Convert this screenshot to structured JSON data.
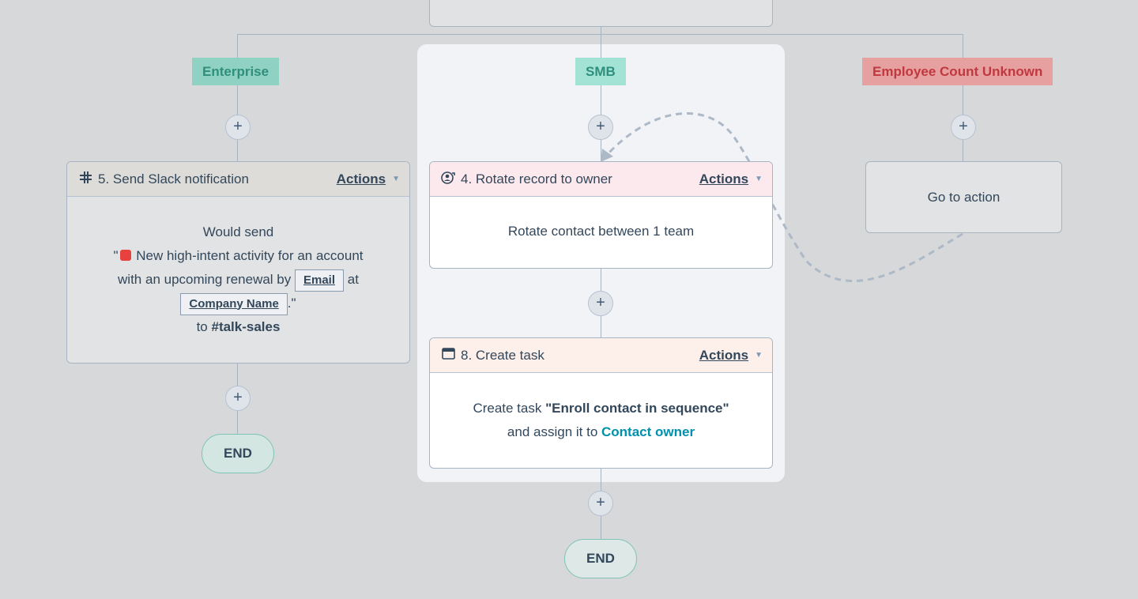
{
  "branches": {
    "left_label": "Enterprise",
    "middle_label": "SMB",
    "right_label": "Employee Count Unknown"
  },
  "plus_symbol": "+",
  "slack_card": {
    "icon": "slack-icon",
    "title": "5. Send Slack notification",
    "actions_label": "Actions",
    "body": {
      "line1": "Would send",
      "quote_open": "\"",
      "message_part1": "New high-intent activity for an account",
      "message_part2": "with an upcoming renewal by",
      "email_token": "Email",
      "at_text": "at",
      "company_token": "Company Name",
      "quote_close": ".\"",
      "to_text": "to",
      "channel": "#talk-sales"
    }
  },
  "rotate_card": {
    "icon": "rotate-owner-icon",
    "title": "4. Rotate record to owner",
    "actions_label": "Actions",
    "body": "Rotate contact between 1 team"
  },
  "task_card": {
    "icon": "task-icon",
    "title": "8. Create task",
    "actions_label": "Actions",
    "body": {
      "prefix": "Create task",
      "task_name": "\"Enroll contact in sequence\"",
      "assign_text": "and assign it to",
      "owner": "Contact owner"
    }
  },
  "goto_card": {
    "label": "Go to action"
  },
  "end_left": "END",
  "end_middle": "END",
  "colors": {
    "background": "#d6d8da",
    "branch_green": "#8fd1c3",
    "branch_red": "#e7a0a0",
    "link": "#0091ae"
  }
}
